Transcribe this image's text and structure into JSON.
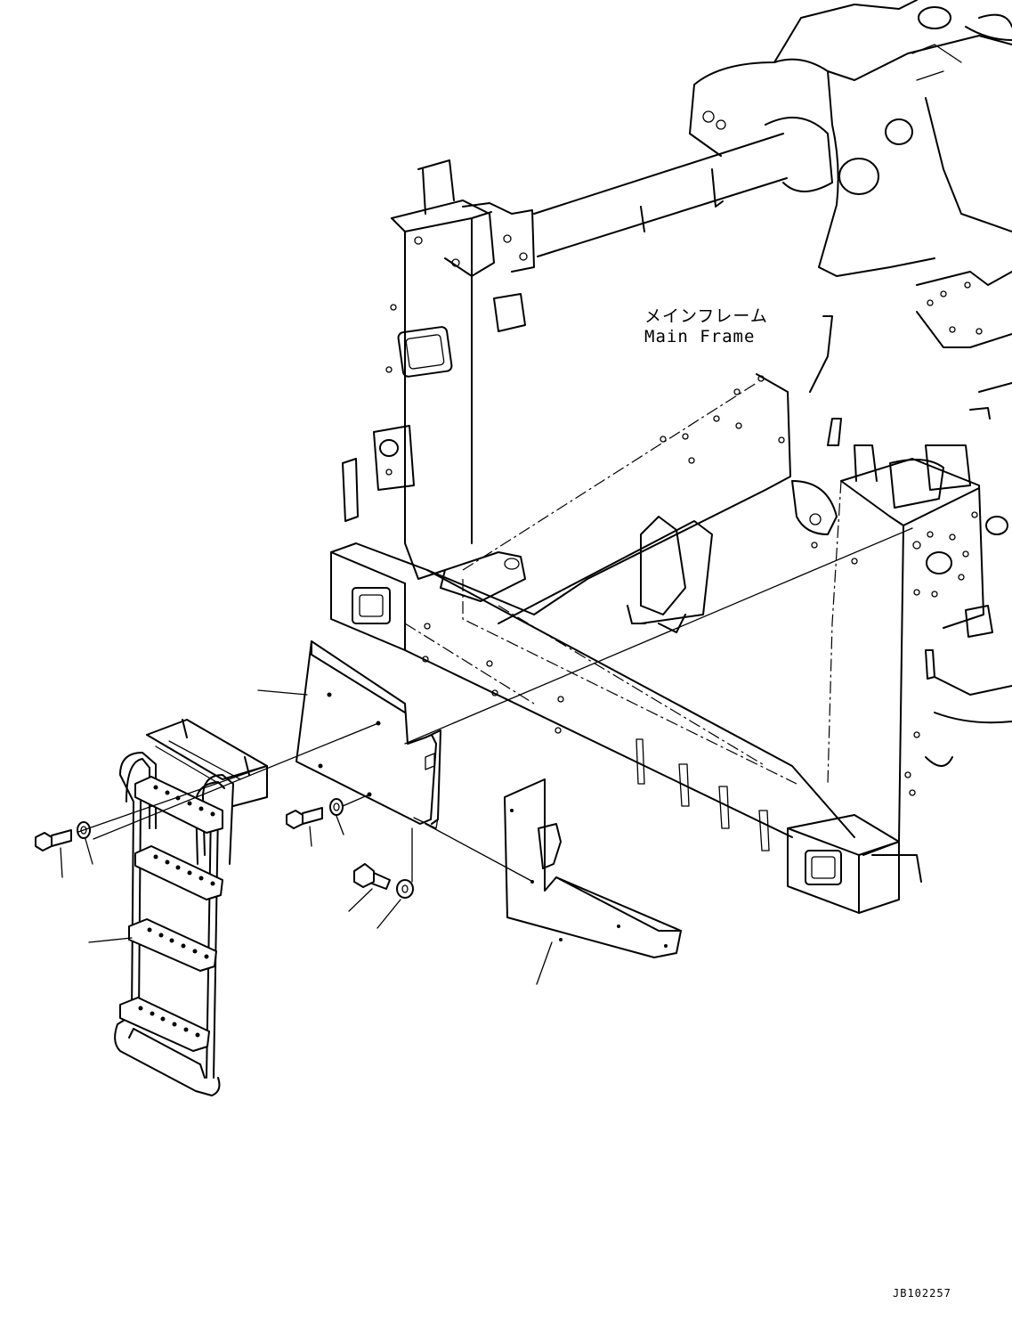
{
  "labels": {
    "main_frame_jp": "メインフレーム",
    "main_frame_en": "Main Frame",
    "drawing_code": "JB102257"
  },
  "colors": {
    "line": "#000000",
    "background": "#ffffff"
  }
}
